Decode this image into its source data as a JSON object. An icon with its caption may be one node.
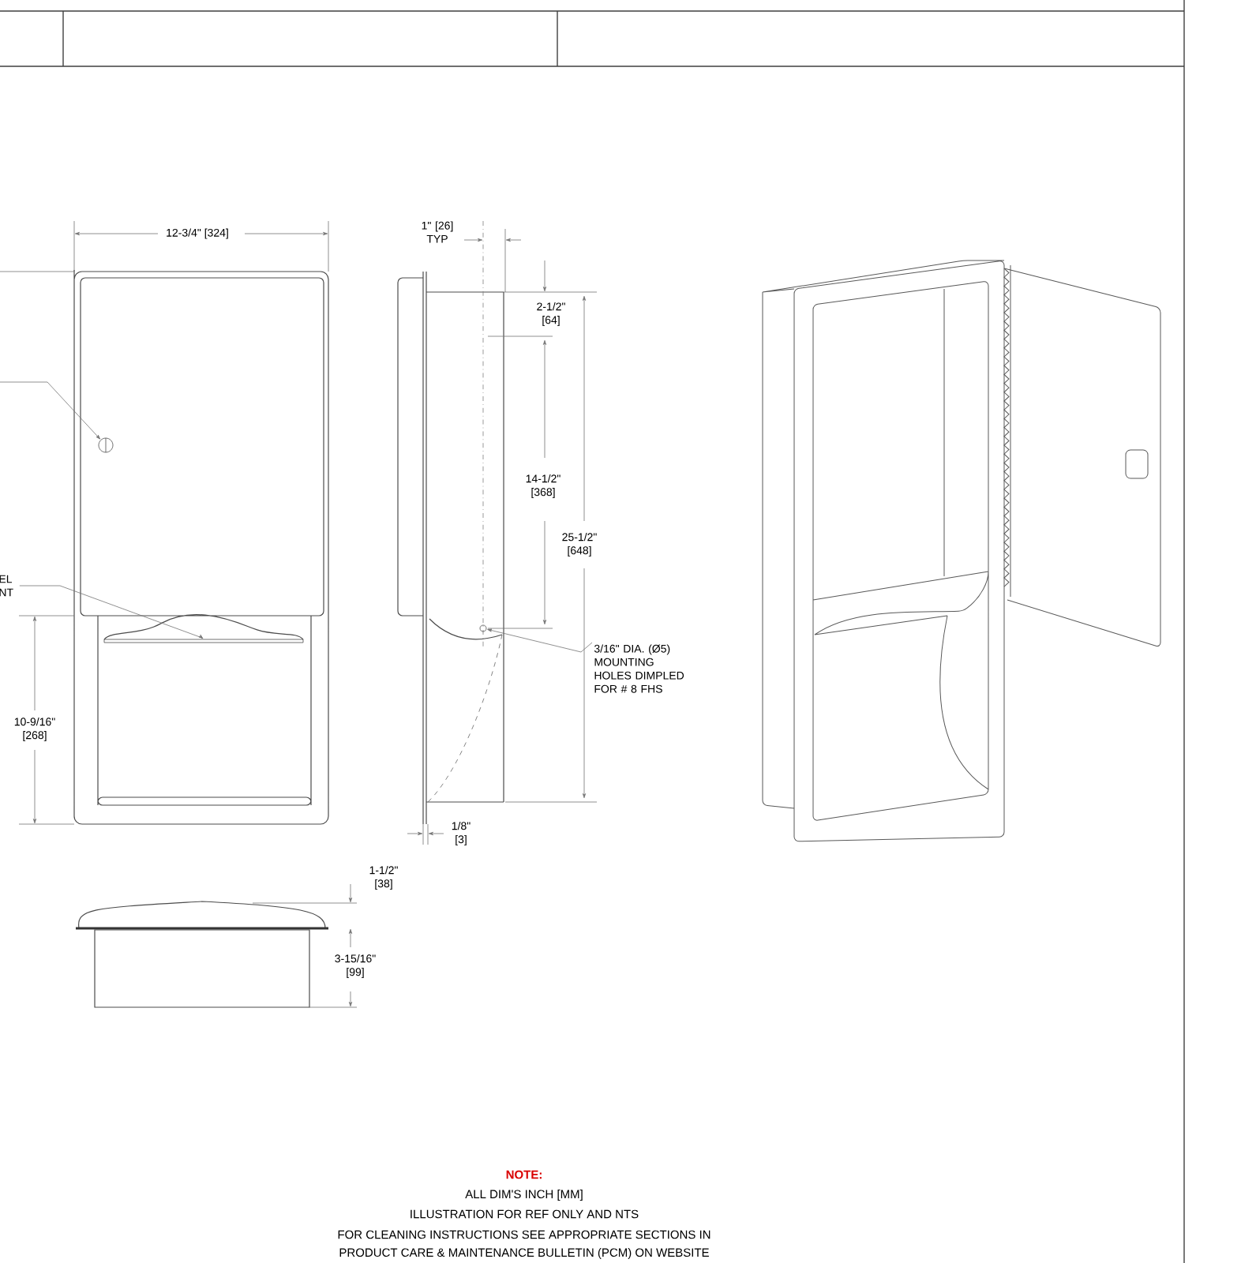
{
  "diagram": {
    "nodes": [
      {
        "text": [
          "EL NT"
        ]
      },
      {
        "text": [],
        "shape": "circle"
      },
      {
        "text": [
          "3/16\" DIA. (Ø5) MOUNTING HOLES DIMPLED FOR # 8 FHS"
        ]
      },
      {
        "text": [],
        "shape": "circle"
      },
      {
        "text": [],
        "shape": "bar"
      }
    ],
    "edges": [
      {
        "from": null,
        "to": 1,
        "arrow": "to"
      },
      {
        "from": 0,
        "to": 4,
        "arrow": "to"
      },
      {
        "from": 2,
        "to": 3,
        "arrow": "to"
      }
    ],
    "labels": [
      "12-3/4\" [324]",
      "10-9/16\" [268]",
      "1\" [26] TYP",
      "2-1/2\" [64]",
      "14-1/2\" [368]",
      "25-1/2\" [648]",
      "1/8\" [3]",
      "1-1/2\" [38]",
      "3-15/16\" [99]",
      "NOTE:",
      "ALL DIM'S INCH [MM]",
      "ILLUSTRATION FOR REF ONLY AND NTS",
      "FOR CLEANING INSTRUCTIONS SEE APPROPRIATE SECTIONS IN",
      "PRODUCT CARE & MAINTENANCE BULLETIN (PCM) ON WEBSITE"
    ]
  }
}
